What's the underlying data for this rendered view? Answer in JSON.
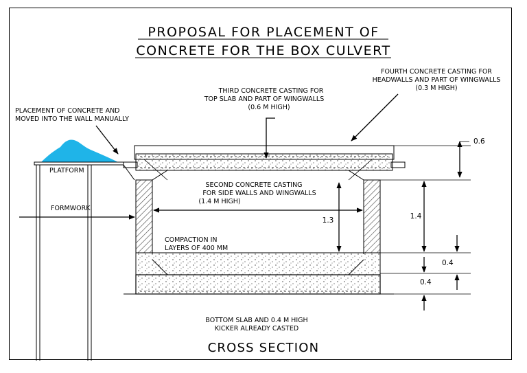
{
  "title": {
    "line1": "PROPOSAL FOR PLACEMENT OF",
    "line2": "CONCRETE FOR THE BOX CULVERT"
  },
  "labels": {
    "fourth_casting": [
      "FOURTH CONCRETE CASTING FOR",
      "HEADWALLS AND PART OF WINGWALLS",
      "(0.3 M HIGH)"
    ],
    "third_casting": [
      "THIRD CONCRETE CASTING FOR",
      "TOP SLAB AND PART OF WINGWALLS",
      "(0.6 M HIGH)"
    ],
    "placement": [
      "PLACEMENT OF CONCRETE AND",
      "MOVED INTO THE WALL MANUALLY"
    ],
    "platform": "PLATFORM",
    "formwork": "FORMWORK",
    "second_casting": [
      "SECOND CONCRETE CASTING",
      "FOR SIDE WALLS AND WINGWALLS",
      "(1.4 M HIGH)"
    ],
    "compaction": [
      "COMPACTION IN",
      "LAYERS OF 400 MM"
    ],
    "bottom_slab": [
      "BOTTOM SLAB AND 0.4 M HIGH",
      "KICKER ALREADY CASTED"
    ],
    "cross_section": "CROSS SECTION"
  },
  "dimensions": {
    "top": "0.6",
    "wall": "1.4",
    "inner": "1.3",
    "kicker": "0.4",
    "slab": "0.4"
  },
  "colors": {
    "line": "#000000",
    "pile": "#1fb4e8",
    "hatch": "#555555"
  }
}
